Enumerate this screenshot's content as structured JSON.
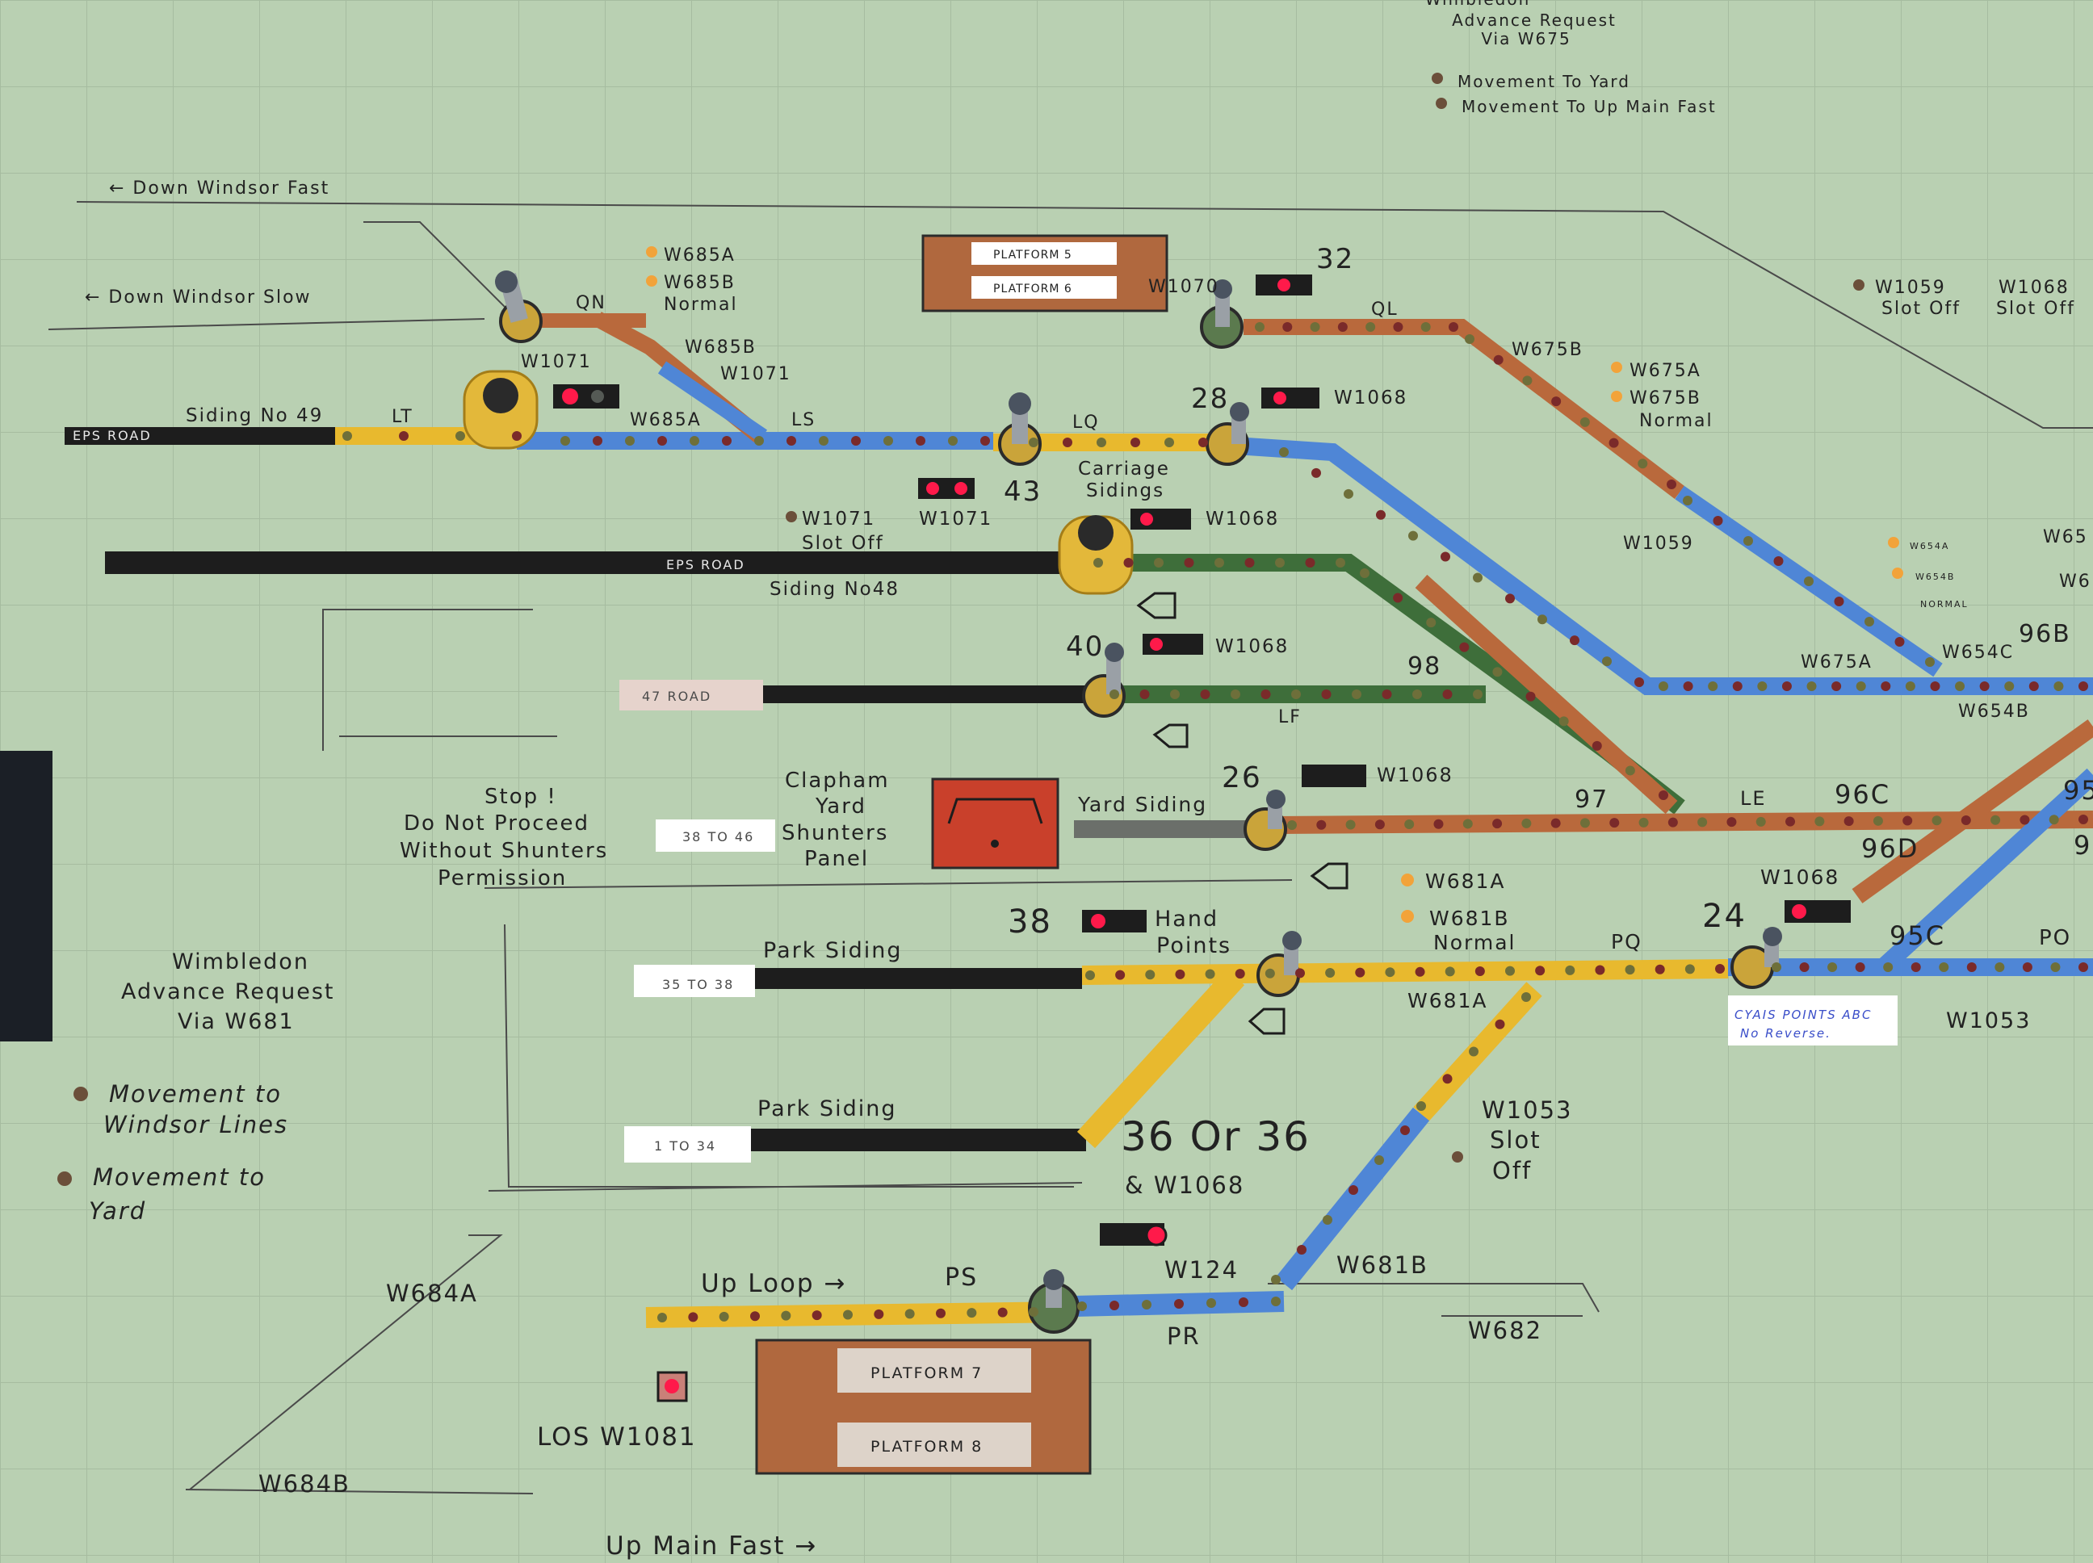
{
  "colors": {
    "panel": "#b9d0b2",
    "black_track": "#1d1d1d",
    "yellow_track": "#e8b92e",
    "blue_track": "#4f86d6",
    "brown_track": "#b9693c",
    "green_track": "#3e6e3a",
    "lamp_red": "#ff1a4a",
    "lamp_amber": "#f2a33a",
    "label_ink": "#222222",
    "platform_box": "#b0683e",
    "shunter_panel": "#c9402b"
  },
  "headers": {
    "wimbledon_top": "Wimbledon",
    "advance_request_top": "Advance Request",
    "via_w675": "Via W675",
    "movement_to_yard_top": "Movement To Yard",
    "movement_to_up_main_fast": "Movement To Up Main Fast"
  },
  "lines": {
    "down_windsor_fast": "← Down Windsor Fast",
    "down_windsor_slow": "← Down Windsor Slow",
    "up_main_fast": "Up Main Fast →",
    "up_loop": "Up Loop →"
  },
  "tracks": {
    "eps_road_upper": "EPS ROAD",
    "siding_no49": "Siding No 49",
    "eps_road_lower": "EPS ROAD",
    "siding_no48": "Siding No48",
    "road47": "47 ROAD",
    "yard_siding": "Yard Siding",
    "park_siding_upper": "Park Siding",
    "park_siding_lower": "Park Siding",
    "range_38_46": "38 TO 46",
    "range_35_38": "35 TO 38",
    "range_1_34": "1 TO 34",
    "carriage": "Carriage",
    "sidings": "Sidings",
    "hand": "Hand",
    "points": "Points"
  },
  "platforms": {
    "p5": "PLATFORM 5",
    "p6": "PLATFORM 6",
    "p7": "PLATFORM 7",
    "p8": "PLATFORM 8"
  },
  "track_circuits": {
    "qn": "QN",
    "lt": "LT",
    "ls": "LS",
    "lq": "LQ",
    "ql": "QL",
    "lf": "LF",
    "le": "LE",
    "pq": "PQ",
    "ps": "PS",
    "pr": "PR",
    "po": "PO"
  },
  "signals": {
    "w685a_lamp": "W685A",
    "w685b_lamp": "W685B",
    "normal_1": "Normal",
    "w685b": "W685B",
    "w1071_arrow": "W1071",
    "w1071_top": "W1071",
    "w685a": "W685A",
    "w1070": "W1070",
    "s32": "32",
    "s28": "28",
    "w1068_a": "W1068",
    "w1071_slot": "W1071",
    "slot_off_1": "Slot Off",
    "w1071_b": "W1071",
    "s43": "43",
    "w1068_b": "W1068",
    "w675b": "W675B",
    "w675a_lamp": "W675A",
    "w675b_lamp": "W675B",
    "normal_2": "Normal",
    "w1059_slot": "W1059",
    "slot_off_2": "Slot Off",
    "w1068_slot": "W1068",
    "slot_off_3": "Slot Off",
    "w1059": "W1059",
    "w654a": "W654A",
    "w654b_small": "W654B",
    "normal_small": "NORMAL",
    "w65_partial": "W65",
    "w6_partial": "W6",
    "s40": "40",
    "w1068_c": "W1068",
    "s98": "98",
    "w675a": "W675A",
    "w654c": "W654C",
    "s96b": "96B",
    "w654b": "W654B",
    "s26": "26",
    "w1068_d": "W1068",
    "s97": "97",
    "s96c": "96C",
    "s95": "95",
    "s96d": "96D",
    "s9_partial": "9",
    "w681a_lamp": "W681A",
    "w681b_lamp": "W681B",
    "normal_3": "Normal",
    "w681a": "W681A",
    "s38": "38",
    "s24": "24",
    "w1068_e": "W1068",
    "s95c": "95C",
    "w1053": "W1053",
    "w1053_slot": "W1053",
    "slot": "Slot",
    "off": "Off",
    "s36_or_36": "36 Or 36",
    "and_w1068": "& W1068",
    "w124": "W124",
    "w681b": "W681B",
    "w682": "W682",
    "w684a": "W684A",
    "w684b": "W684B",
    "los_w1081": "LOS W1081"
  },
  "notes": {
    "stop": "Stop !",
    "do_not_proceed": "Do Not Proceed",
    "without_shunters": "Without Shunters",
    "permission": "Permission",
    "clapham": "Clapham",
    "yard": "Yard",
    "shunters": "Shunters",
    "panel": "Panel",
    "wimbledon": "Wimbledon",
    "advance_request": "Advance Request",
    "via_w681": "Via W681",
    "movement_to": "Movement to",
    "windsor_lines": "Windsor Lines",
    "movement_to_2": "Movement to",
    "yard_2": "Yard",
    "handwritten_1": "CYAIS POINTS ABC",
    "handwritten_2": "No Reverse."
  }
}
